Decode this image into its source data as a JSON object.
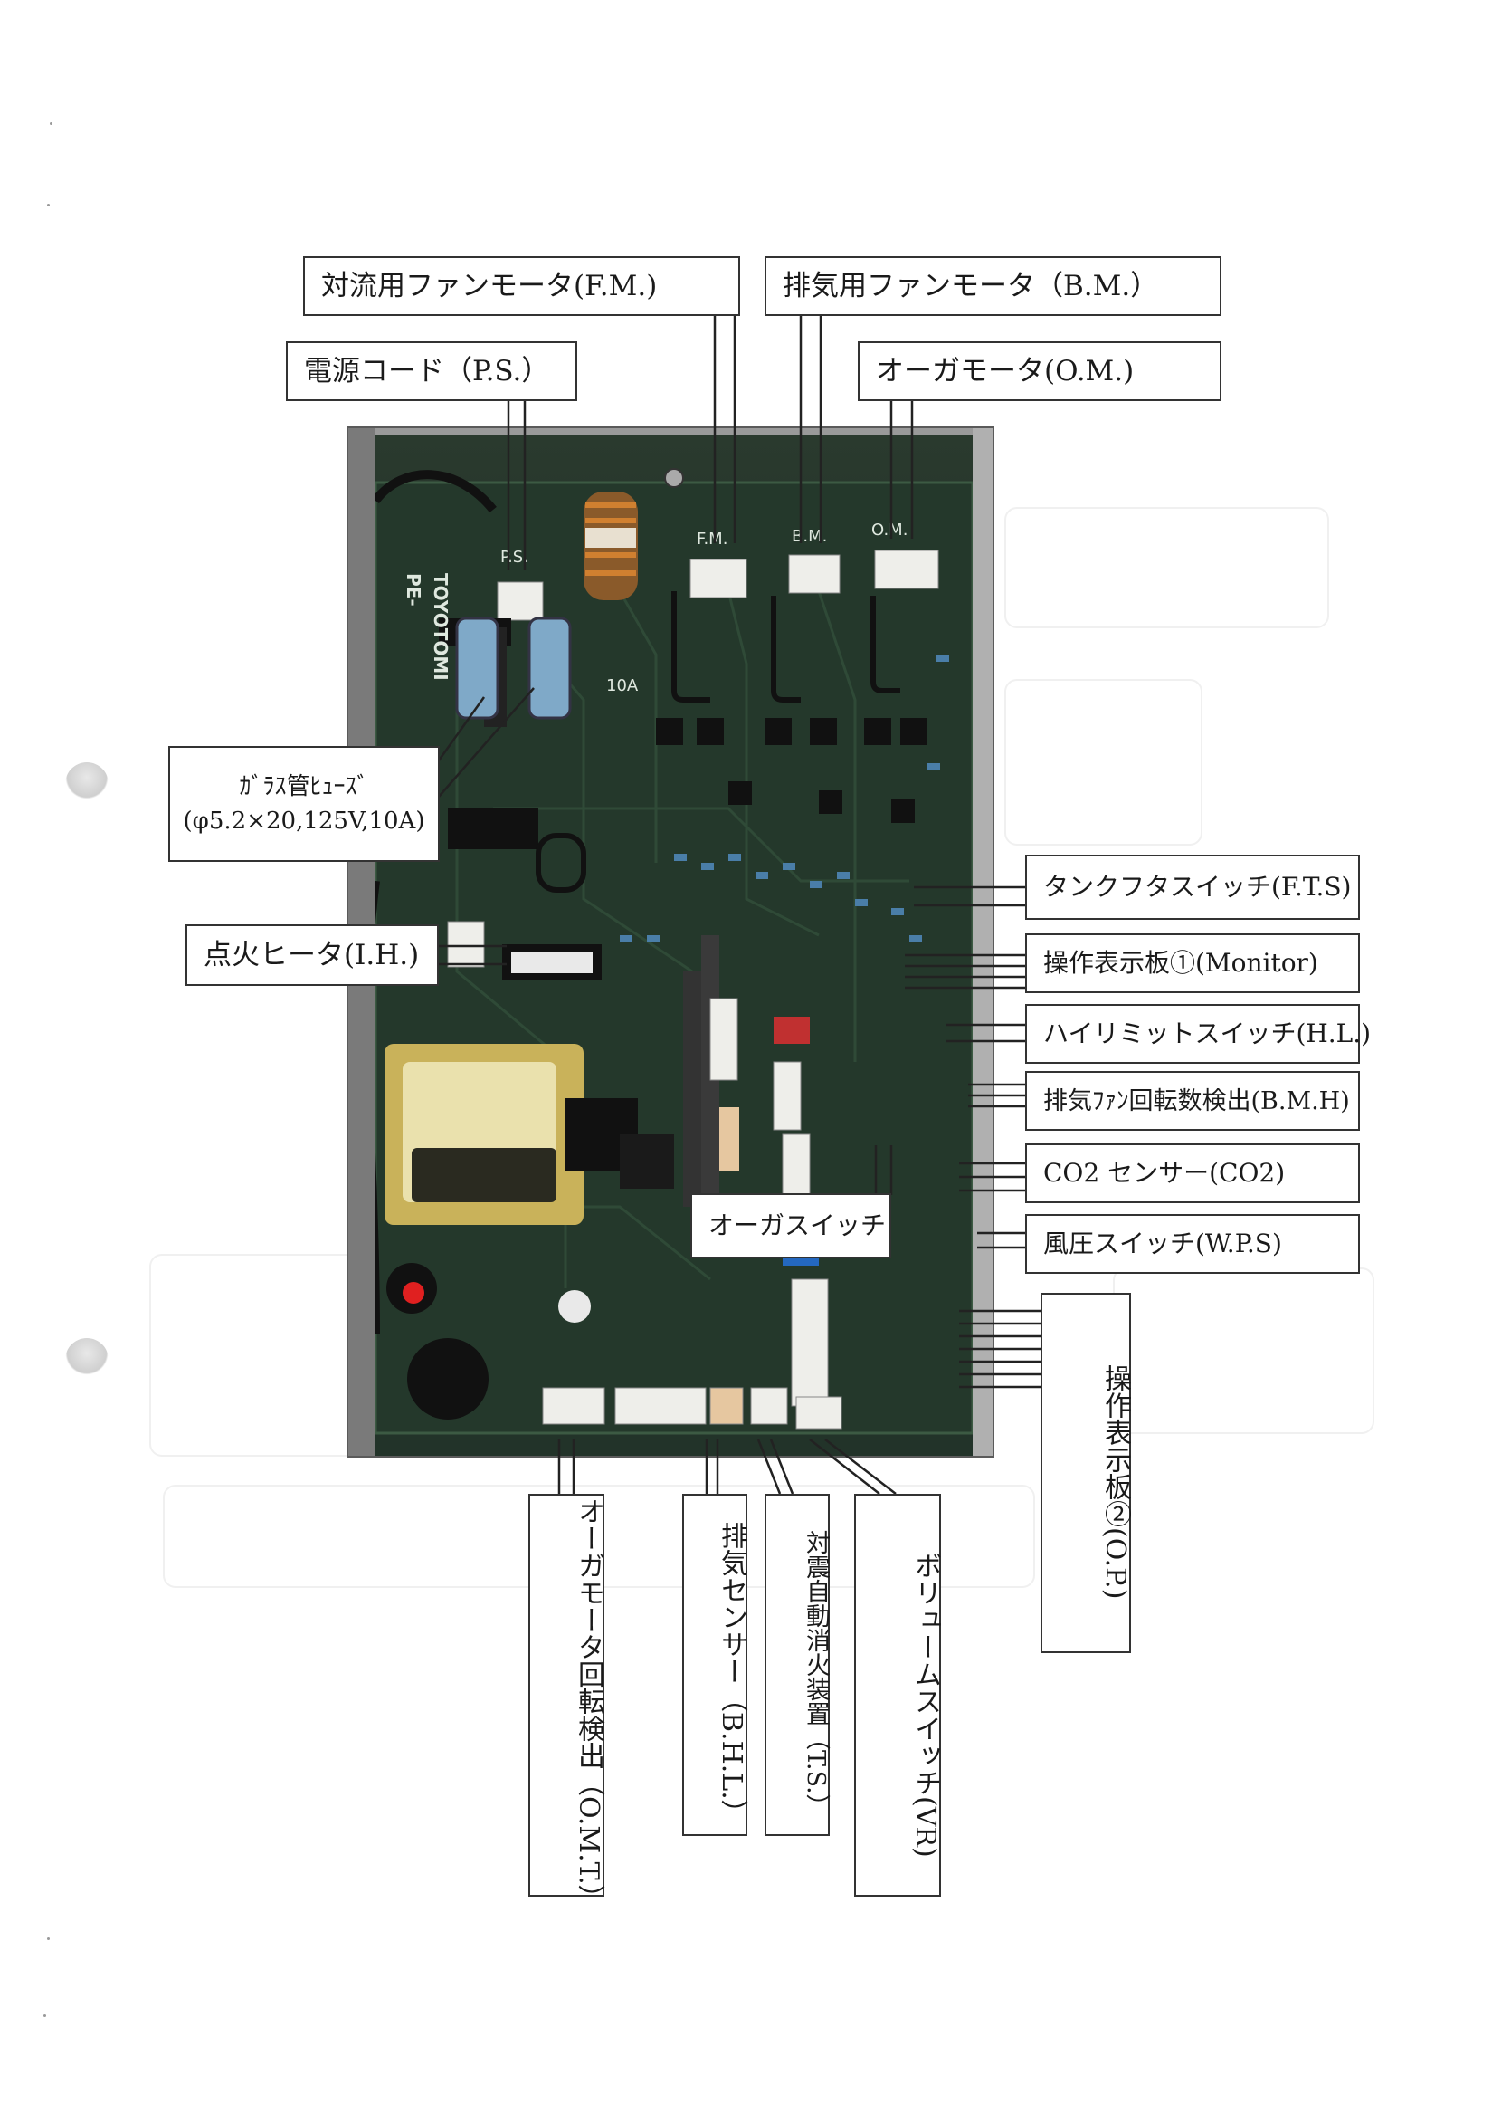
{
  "labels": {
    "fm": "対流用ファンモータ(F.M.)",
    "bm": "排気用ファンモータ（B.M.）",
    "ps": "電源コード（P.S.）",
    "om": "オーガモータ(O.M.)",
    "fuse_line1": "ｶﾞﾗｽ管ﾋｭｰｽﾞ",
    "fuse_line2": "(φ5.2×20,125V,10A)",
    "ih": "点火ヒータ(I.H.)",
    "fts": "タンクフタスイッチ(F.T.S)",
    "monitor": "操作表示板①(Monitor)",
    "hl": "ハイリミットスイッチ(H.L.)",
    "bmh": "排気ﾌｧﾝ回転数検出(B.M.H)",
    "co2": "CO2 センサー(CO2)",
    "auger_switch": "オーガスイッチ",
    "wps": "風圧スイッチ(W.P.S)",
    "op": "操作表示板②(O.P.)",
    "omt": "オーガモータ回転検出（O.M.T.）",
    "bhl": "排気センサー（B.H.L.）",
    "ts": "対震自動消火装置（T.S.）",
    "vr": "ボリュームスイッチ(VR)"
  },
  "board_markings": {
    "ps": "P.S.",
    "fm": "F.M.",
    "bm": "B.M.",
    "om": "O.M.",
    "maker": "TOYOTOMI",
    "model": "PE-",
    "fuse": "10A"
  },
  "colors": {
    "pcb": "#1f2e24",
    "line": "#222222",
    "box_border": "#333333"
  }
}
